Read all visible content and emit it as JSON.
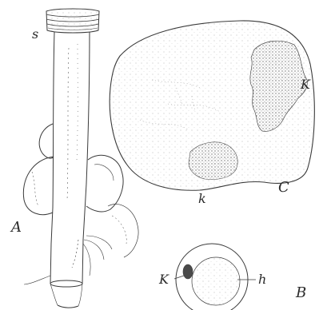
{
  "figure": {
    "label_A": "A",
    "label_B": "B",
    "label_C": "C",
    "label_s": "s",
    "label_k_C_right": "K",
    "label_k_C_bottom": "k",
    "label_k_B": "K",
    "label_h_B": "h"
  },
  "colors": {
    "ink": "#3a3a3a",
    "stipple": "#7a7a7a",
    "background": "#ffffff"
  }
}
